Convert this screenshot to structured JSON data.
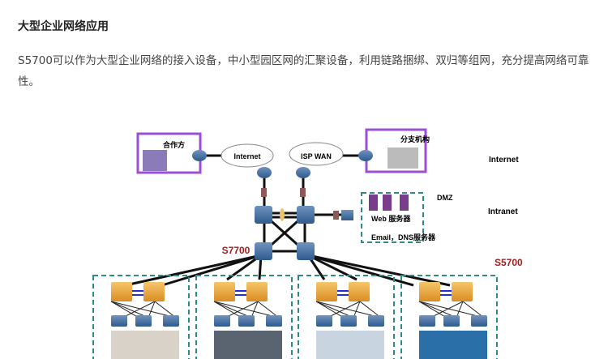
{
  "section_title": "大型企业网络应用",
  "paragraph": "S5700可以作为大型企业网络的接入设备，中小型园区网的汇聚设备，利用链路捆绑、双归等组网，充分提高网络可靠性。",
  "diagram": {
    "partner": "合作方",
    "branch": "分支机构",
    "cloud_internet": "Internet",
    "cloud_isp": "ISP WAN",
    "zone_internet": "Internet",
    "zone_intranet": "Intranet",
    "dmz": "DMZ",
    "web_server": "Web 服务器",
    "email_dns": "Email，DNS服务器",
    "core_label": "S7700",
    "access_label": "S5700",
    "colors": {
      "purple": "#9b4fd6",
      "teal": "#2e8b84",
      "red": "#a31d1d",
      "blue": "#3a6aa0",
      "orange": "#e8a33a"
    }
  }
}
